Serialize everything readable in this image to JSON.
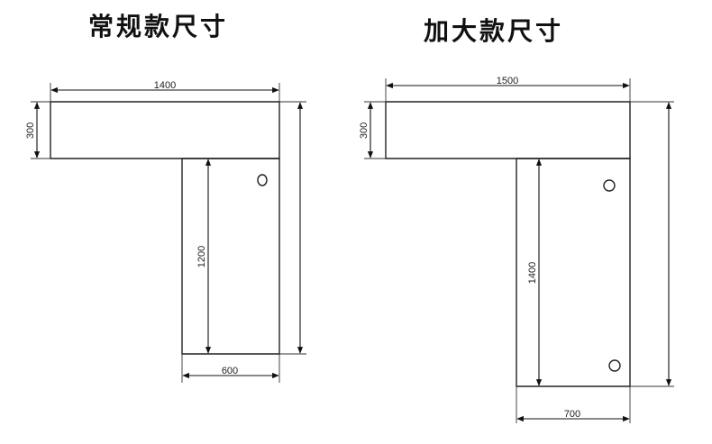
{
  "titles": {
    "standard": "常规款尺寸",
    "large": "加大款尺寸"
  },
  "standard": {
    "dims": {
      "top_width": "1400",
      "top_depth": "300",
      "leg_length": "1200",
      "leg_width": "600"
    }
  },
  "large": {
    "dims": {
      "top_width": "1500",
      "top_depth": "300",
      "leg_length": "1400",
      "leg_width": "700"
    }
  },
  "colors": {
    "line": "#222222",
    "background": "#ffffff"
  }
}
